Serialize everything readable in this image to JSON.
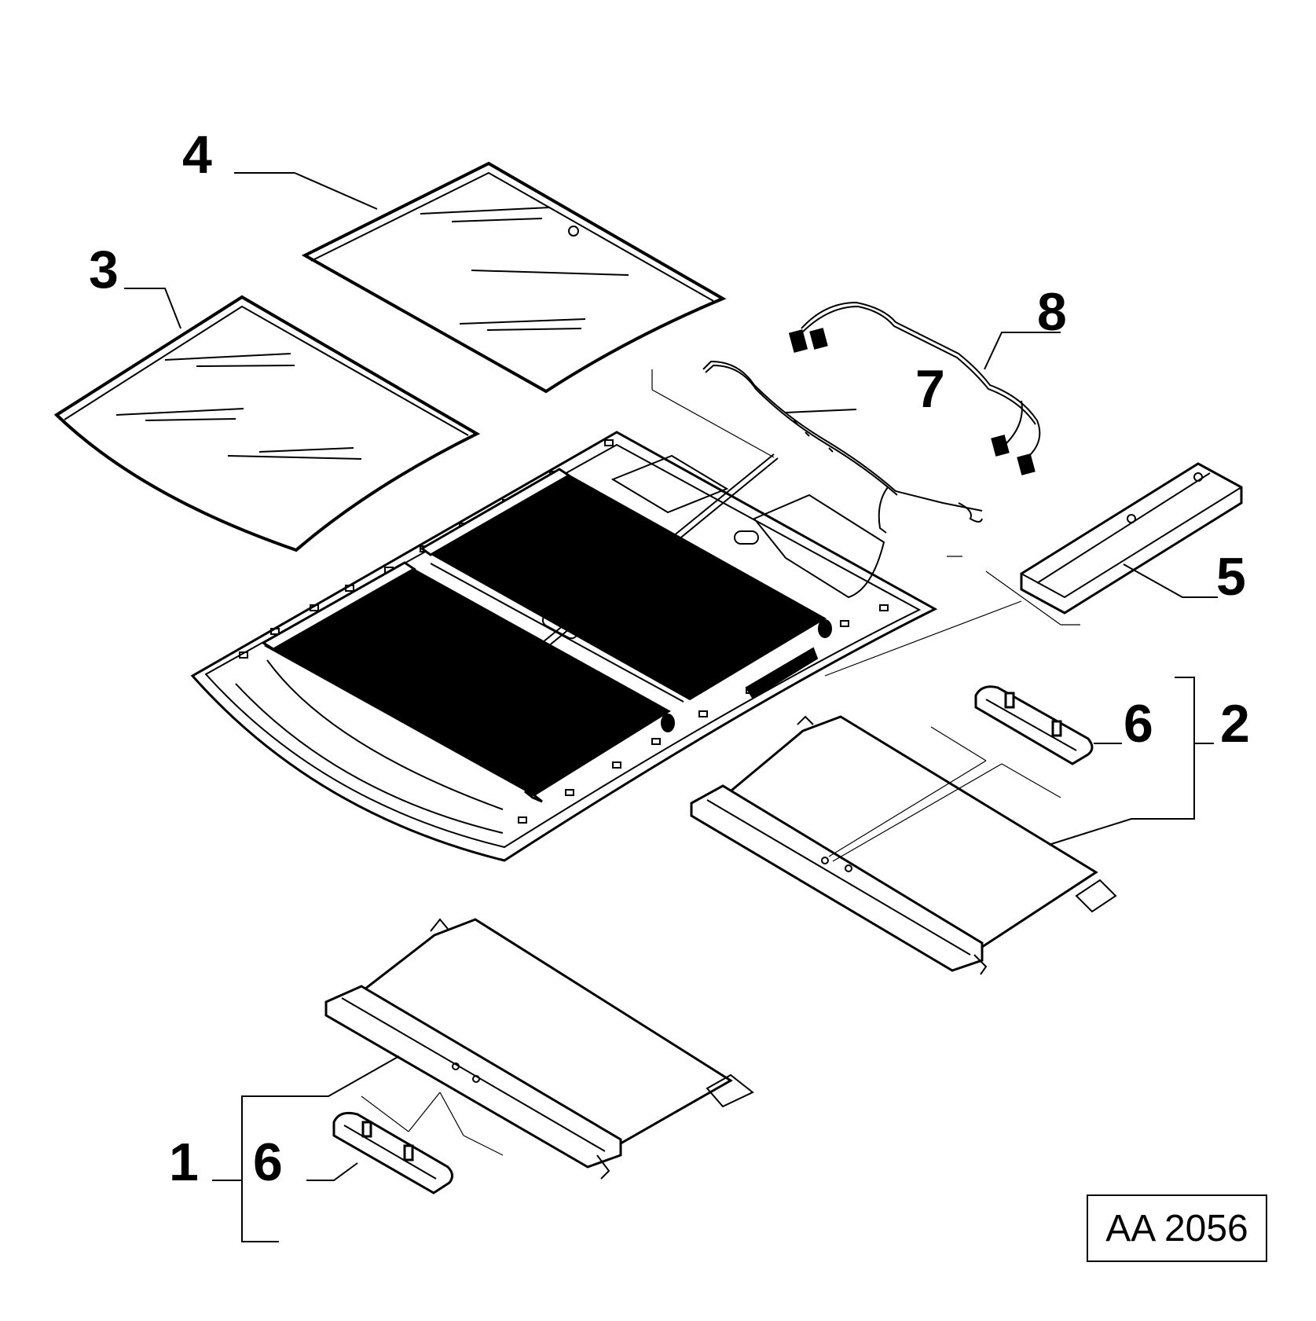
{
  "diagram": {
    "code_label": "AA 2056",
    "callouts": [
      {
        "id": "1",
        "text": "1"
      },
      {
        "id": "2",
        "text": "2"
      },
      {
        "id": "3",
        "text": "3"
      },
      {
        "id": "4",
        "text": "4"
      },
      {
        "id": "5",
        "text": "5"
      },
      {
        "id": "6a",
        "text": "6"
      },
      {
        "id": "6b",
        "text": "6"
      },
      {
        "id": "7",
        "text": "7"
      },
      {
        "id": "8",
        "text": "8"
      }
    ]
  }
}
